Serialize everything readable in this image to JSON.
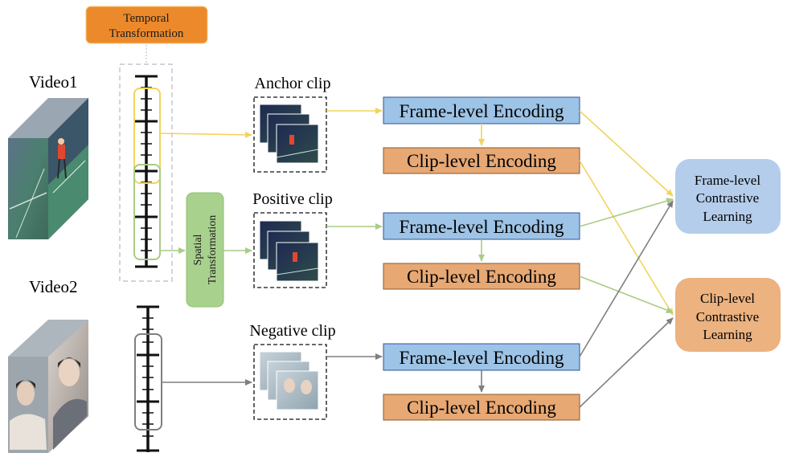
{
  "videos": {
    "video1_label": "Video1",
    "video2_label": "Video2"
  },
  "temporal_transformation": {
    "line1": "Temporal",
    "line2": "Transformation"
  },
  "spatial_transformation": {
    "line1": "Spatial",
    "line2": "Transformation"
  },
  "clips": {
    "anchor": "Anchor clip",
    "positive": "Positive clip",
    "negative": "Negative clip"
  },
  "encoders": {
    "frame_level": "Frame-level Encoding",
    "clip_level": "Clip-level Encoding"
  },
  "losses": {
    "frame": {
      "line1": "Frame-level",
      "line2": "Contrastive",
      "line3": "Learning"
    },
    "clip": {
      "line1": "Clip-level",
      "line2": "Contrastive",
      "line3": "Learning"
    }
  },
  "colors": {
    "anchor_arrow": "#F2D45C",
    "positive_arrow": "#A9CC86",
    "negative_arrow": "#7F7F7F",
    "frame_box": "#9DC3E6",
    "clip_box": "#E7A874",
    "temporal_box": "#EC8A2B",
    "spatial_box": "#A9D18E",
    "frame_loss_box": "#B4CDEB",
    "clip_loss_box": "#ECB27F"
  }
}
